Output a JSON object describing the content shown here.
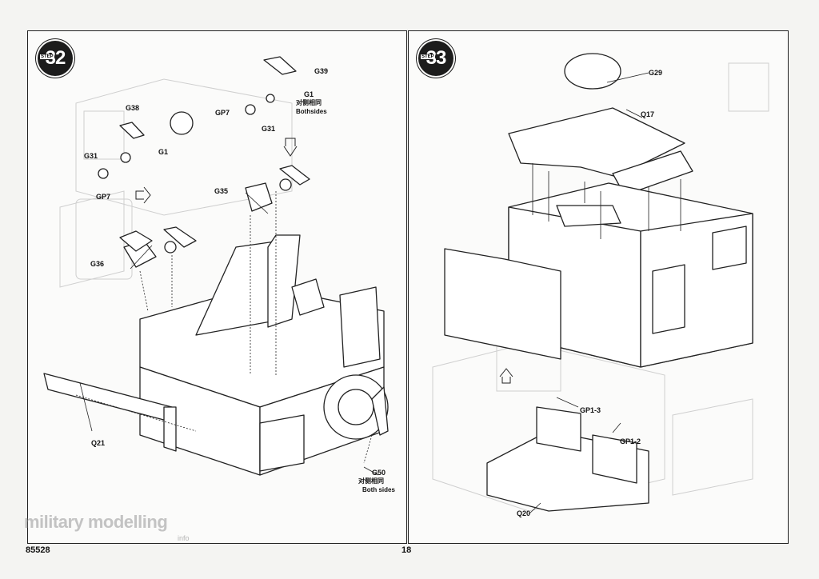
{
  "footer": {
    "kit_number": "85528",
    "page_number": "18"
  },
  "watermark": {
    "text": "military modelling",
    "sub": "info"
  },
  "steps": [
    {
      "number": "32",
      "badge_label": "STEP",
      "callouts": {
        "g39": "G39",
        "g1_top": "G1",
        "g1_top_cn": "对侧相同",
        "g1_top_en": "Bothsides",
        "gp7_top": "GP7",
        "g31_top": "G31",
        "g38": "G38",
        "g1_left": "G1",
        "g31_left": "G31",
        "gp7_left": "GP7",
        "g35": "G35",
        "g36": "G36",
        "q21": "Q21",
        "g50": "G50",
        "g50_cn": "对侧相同",
        "g50_en": "Both sides"
      }
    },
    {
      "number": "33",
      "badge_label": "STEP",
      "callouts": {
        "g29": "G29",
        "q17": "Q17",
        "gp1_3": "GP1-3",
        "gp1_2": "GP1-2",
        "q20": "Q20"
      }
    }
  ]
}
